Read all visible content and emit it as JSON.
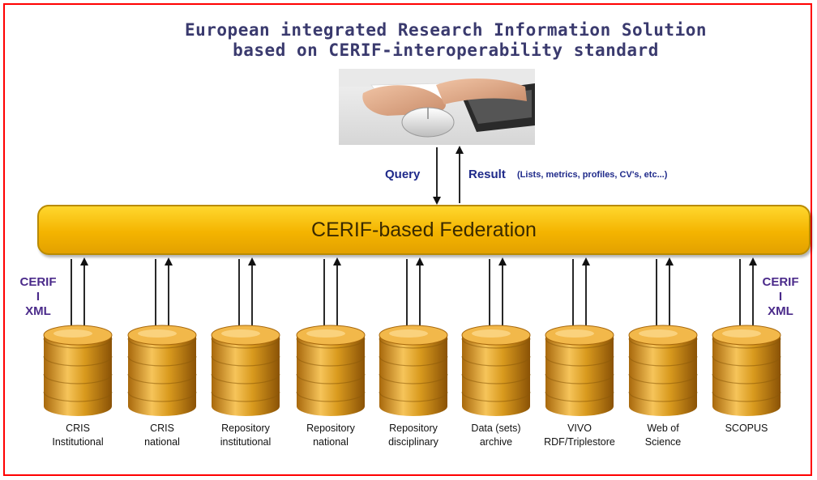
{
  "title": {
    "line1": "European integrated Research Information Solution",
    "line2": "based on CERIF-interoperability standard"
  },
  "query_label": "Query",
  "result_label": "Result",
  "result_note": "(Lists, metrics, profiles, CV's, etc...)",
  "federation_label": "CERIF-based Federation",
  "cerif_left": {
    "line1": "CERIF",
    "line2": "I",
    "line3": "XML"
  },
  "cerif_right": {
    "line1": "CERIF",
    "line2": "I",
    "line3": "XML"
  },
  "databases": [
    {
      "line1": "CRIS",
      "line2": "Institutional"
    },
    {
      "line1": "CRIS",
      "line2": "national"
    },
    {
      "line1": "Repository",
      "line2": "institutional"
    },
    {
      "line1": "Repository",
      "line2": "national"
    },
    {
      "line1": "Repository",
      "line2": "disciplinary"
    },
    {
      "line1": "Data (sets)",
      "line2": "archive"
    },
    {
      "line1": "VIVO",
      "line2": "RDF/Triplestore"
    },
    {
      "line1": "Web of",
      "line2": "Science"
    },
    {
      "line1": "SCOPUS",
      "line2": ""
    }
  ],
  "colors": {
    "frame": "#ff0000",
    "federation": "#f4b400",
    "title": "#3a3a6e",
    "label_blue": "#1f2a8a",
    "cerif_purple": "#4a2a8a",
    "database_gold": "#d99a1e"
  }
}
